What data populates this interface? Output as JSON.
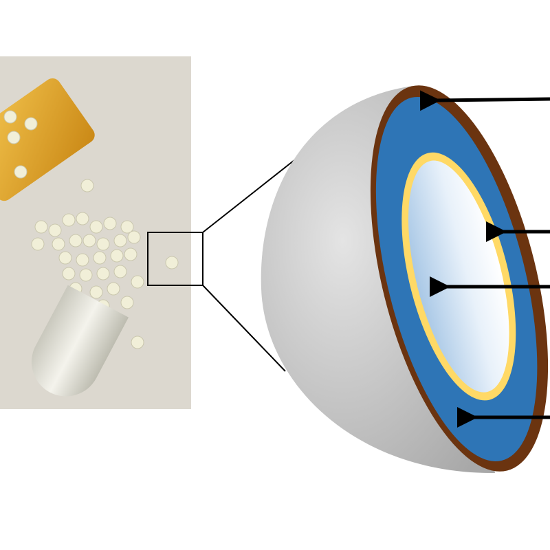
{
  "figure": {
    "photo": {
      "subject": "capsule-with-beads",
      "background_color": "#dcd8cf",
      "tube_color": "#e7a51c",
      "bead_color": "#f1efd8",
      "capsule_color": "#e4e3da"
    },
    "zoom_box": {
      "stroke_color": "#000000"
    },
    "bead_model": {
      "layers": [
        {
          "name": "outer-layer",
          "color": "#6b3410"
        },
        {
          "name": "middle-layer",
          "color": "#2e75b6"
        },
        {
          "name": "inner-layer",
          "color": "#ffd966"
        },
        {
          "name": "core",
          "color": "#cfe2f3"
        }
      ],
      "shell_color": "#c8c8c8",
      "arrow_color": "#000000",
      "arrow_count": 4
    }
  }
}
